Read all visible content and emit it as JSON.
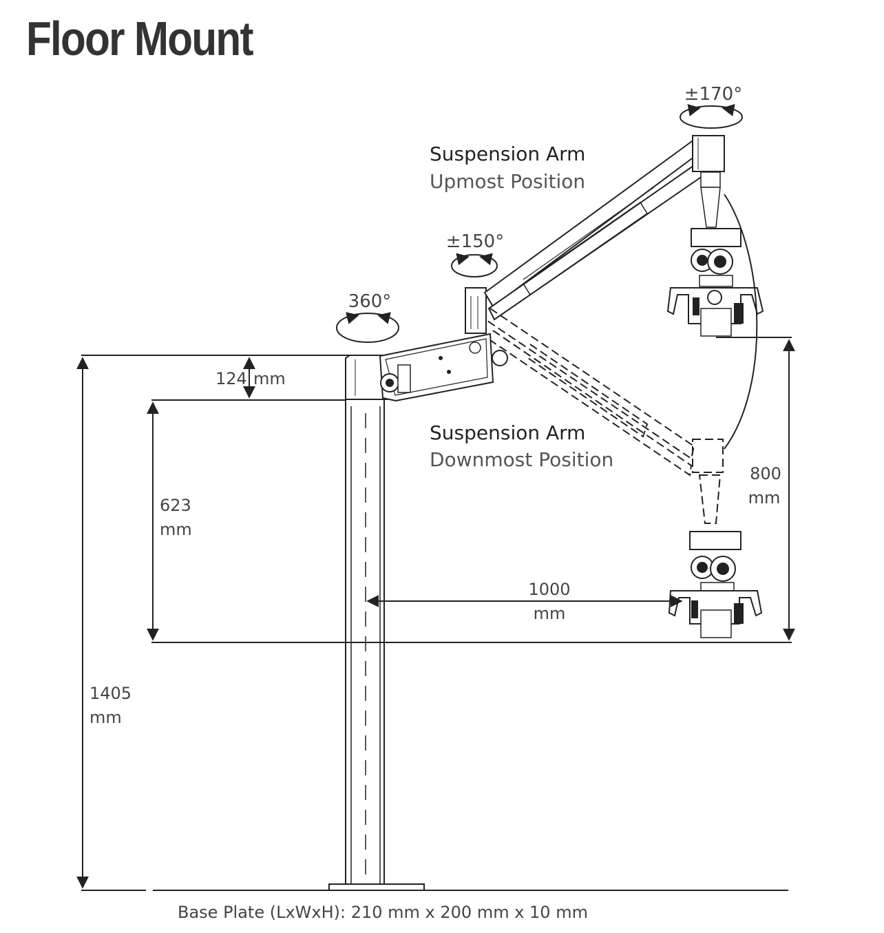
{
  "title": "Floor Mount",
  "rotations": {
    "base": "360°",
    "arm_joint": "±150°",
    "head": "±170°"
  },
  "positions": {
    "upmost": {
      "title": "Suspension Arm",
      "subtitle": "Upmost Position"
    },
    "downmost": {
      "title": "Suspension Arm",
      "subtitle": "Downmost Position"
    }
  },
  "dimensions": {
    "arm_head_height": {
      "value": "124",
      "unit": "mm"
    },
    "clearance_height": {
      "value": "623",
      "unit": "mm"
    },
    "total_height": {
      "value": "1405",
      "unit": "mm"
    },
    "reach": {
      "value": "1000",
      "unit": "mm"
    },
    "vertical_travel": {
      "value": "800",
      "unit": "mm"
    }
  },
  "base_plate": "Base Plate (LxWxH): 210 mm x 200 mm x 10 mm"
}
